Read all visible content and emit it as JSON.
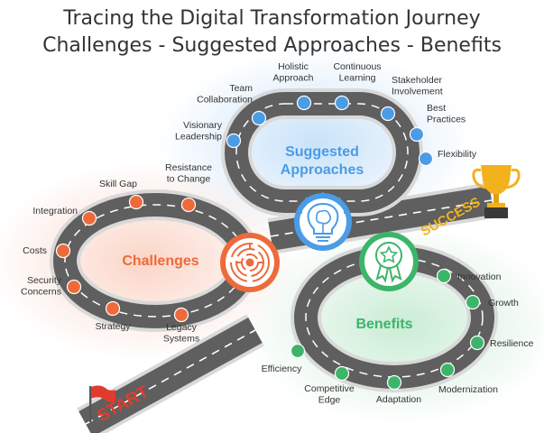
{
  "title": {
    "line1": "Tracing the Digital Transformation Journey",
    "line2": "Challenges - Suggested Approaches - Benefits"
  },
  "road": {
    "start_label": "START",
    "success_label": "SUCCESS"
  },
  "icons": {
    "start": "red-flag-icon",
    "finish": "trophy-icon",
    "challenges": "maze-icon",
    "approaches": "lightbulb-brain-icon",
    "benefits": "award-ribbon-icon"
  },
  "colors": {
    "challenges": "#ee6a3a",
    "approaches": "#4a9ce6",
    "benefits": "#3cb56a",
    "road": "#5f5f5f",
    "road_edge": "#d9d9d9",
    "trophy": "#f2b21c"
  },
  "loops": {
    "challenges": {
      "title": "Challenges",
      "items": [
        {
          "lines": [
            "Integration"
          ]
        },
        {
          "lines": [
            "Skill Gap"
          ]
        },
        {
          "lines": [
            "Resistance",
            "to Change"
          ]
        },
        {
          "lines": [
            "Costs"
          ]
        },
        {
          "lines": [
            "Security",
            "Concerns"
          ]
        },
        {
          "lines": [
            "Strategy"
          ]
        },
        {
          "lines": [
            "Legacy",
            "Systems"
          ]
        }
      ]
    },
    "approaches": {
      "title_line1": "Suggested",
      "title_line2": "Approaches",
      "items": [
        {
          "lines": [
            "Visionary",
            "Leadership"
          ]
        },
        {
          "lines": [
            "Team",
            "Collaboration"
          ]
        },
        {
          "lines": [
            "Holistic",
            "Approach"
          ]
        },
        {
          "lines": [
            "Continuous",
            "Learning"
          ]
        },
        {
          "lines": [
            "Stakeholder",
            "Involvement"
          ]
        },
        {
          "lines": [
            "Best",
            "Practices"
          ]
        },
        {
          "lines": [
            "Flexibility"
          ]
        }
      ]
    },
    "benefits": {
      "title": "Benefits",
      "items": [
        {
          "lines": [
            "Innovation"
          ]
        },
        {
          "lines": [
            "Growth"
          ]
        },
        {
          "lines": [
            "Resilience"
          ]
        },
        {
          "lines": [
            "Modernization"
          ]
        },
        {
          "lines": [
            "Adaptation"
          ]
        },
        {
          "lines": [
            "Competitive",
            "Edge"
          ]
        },
        {
          "lines": [
            "Efficiency"
          ]
        }
      ]
    }
  }
}
